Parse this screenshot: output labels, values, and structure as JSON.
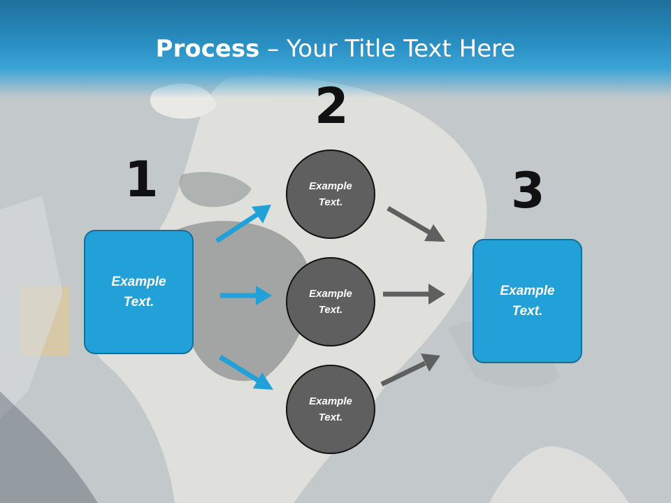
{
  "title": {
    "bold": "Process",
    "separator": " – ",
    "rest": "Your Title Text Here"
  },
  "steps": [
    {
      "number": "1",
      "label": "Example\nText."
    },
    {
      "number": "2",
      "labels": [
        "Example\nText.",
        "Example\nText.",
        "Example\nText."
      ]
    },
    {
      "number": "3",
      "label": "Example\nText."
    }
  ],
  "colors": {
    "header": "#2a8fc3",
    "box_fill": "#22a0d8",
    "circle_fill": "#5f5f5f",
    "blue_arrow": "#22a0d8",
    "gray_arrow": "#5f5f5f"
  }
}
